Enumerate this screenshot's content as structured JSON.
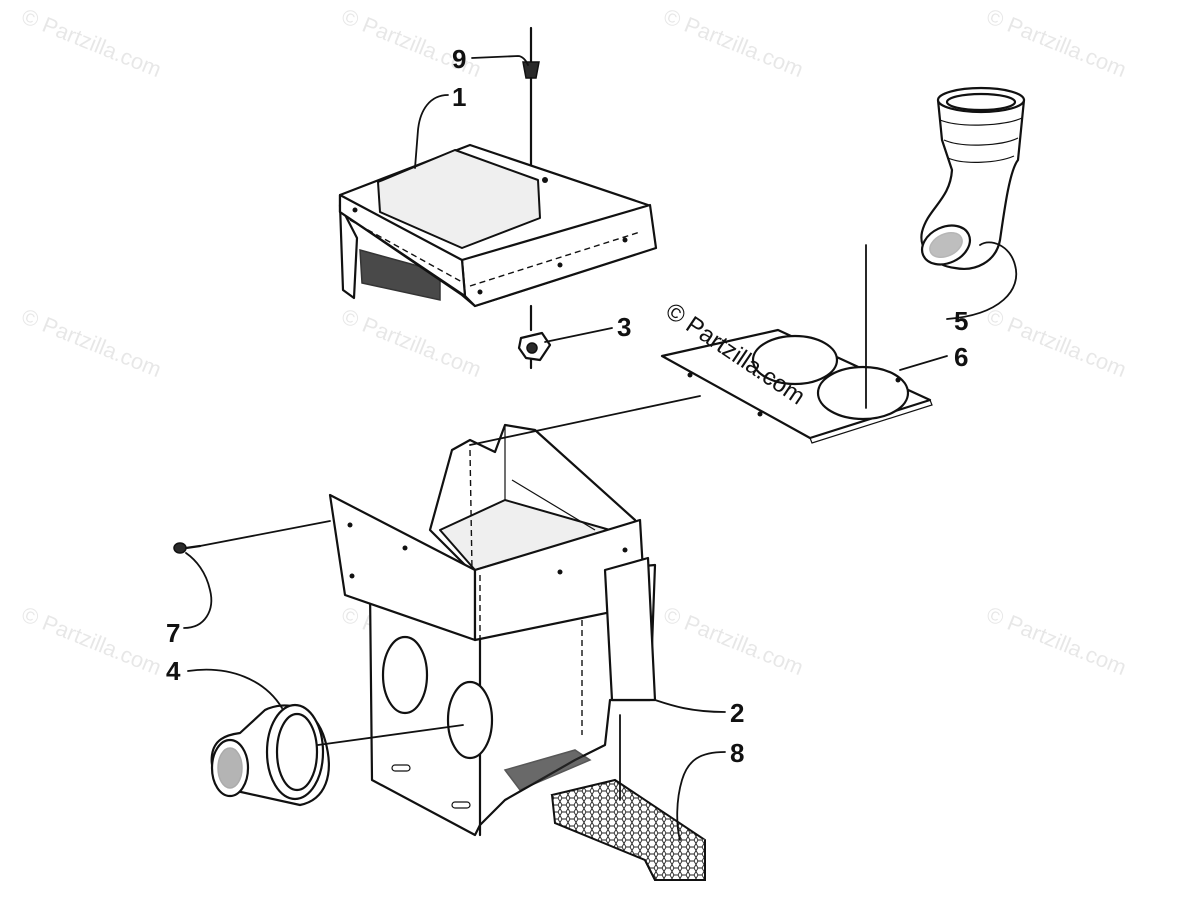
{
  "watermark": {
    "text": "© Partzilla.com",
    "center_text": "© Partzilla.com"
  },
  "callouts": [
    {
      "id": "1",
      "label": "1"
    },
    {
      "id": "2",
      "label": "2"
    },
    {
      "id": "3",
      "label": "3"
    },
    {
      "id": "4",
      "label": "4"
    },
    {
      "id": "5",
      "label": "5"
    },
    {
      "id": "6",
      "label": "6"
    },
    {
      "id": "7",
      "label": "7"
    },
    {
      "id": "8",
      "label": "8"
    },
    {
      "id": "9",
      "label": "9"
    }
  ],
  "colors": {
    "line": "#111111",
    "background": "#ffffff",
    "shade": "#efefef"
  }
}
